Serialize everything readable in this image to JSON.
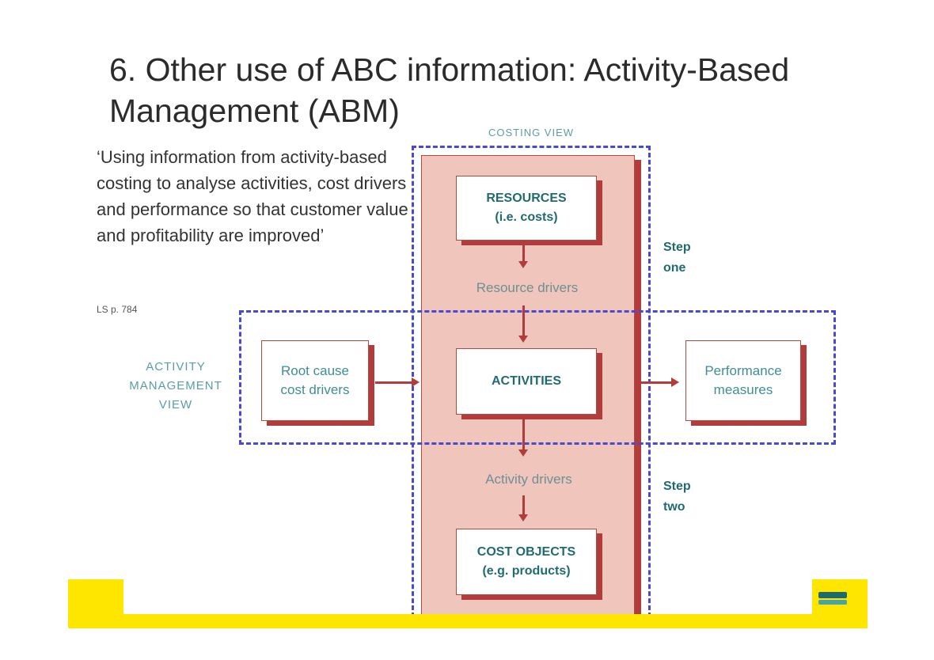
{
  "slide": {
    "title": "6. Other use of ABC information: Activity-Based Management (ABM)",
    "quote": "‘Using information from activity-based costing to analyse activities, cost drivers and performance so that customer value and profitability are improved’",
    "citation": "LS p. 784"
  },
  "diagram": {
    "costing_view": "COSTING VIEW",
    "activity_management_view": "ACTIVITY MANAGEMENT VIEW",
    "resources": "RESOURCES (i.e. costs)",
    "resource_drivers": "Resource drivers",
    "activities": "ACTIVITIES",
    "activity_drivers": "Activity drivers",
    "cost_objects": "COST OBJECTS (e.g. products)",
    "root_cause": "Root cause cost drivers",
    "performance": "Performance measures",
    "step_one": "Step one",
    "step_two": "Step two"
  },
  "colors": {
    "accent_yellow": "#ffe600",
    "box_border": "#b23c3c",
    "column_fill": "#efc5bc",
    "dashed_border": "#4a4ad0",
    "teal_text": "#1f6b70"
  }
}
